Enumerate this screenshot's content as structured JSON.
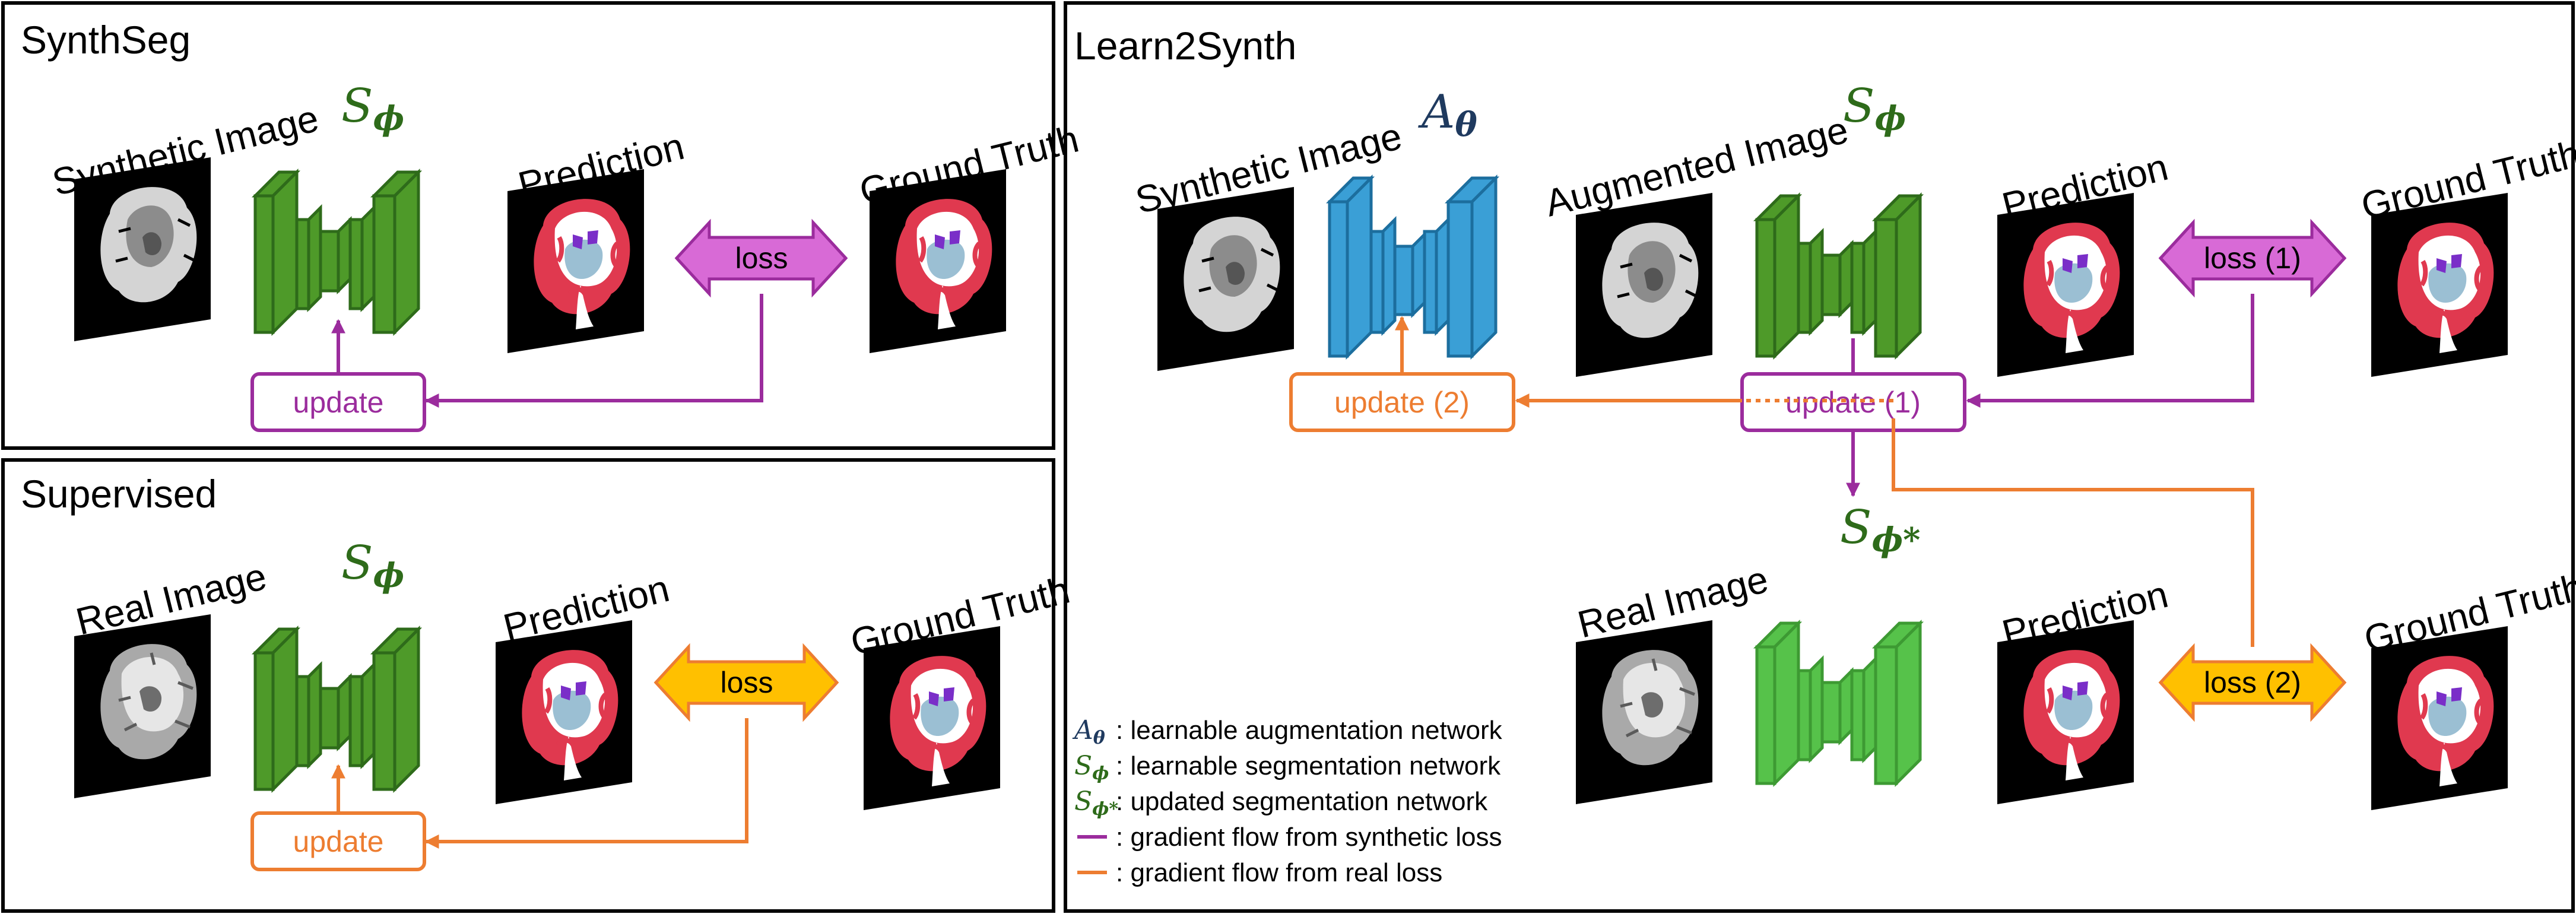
{
  "colors": {
    "synthetic_flow": "#9B2C9D",
    "real_flow": "#ED7D31",
    "segmentation_network": "#4E9A29",
    "updated_segmentation_network": "#56C24A",
    "augmentation_network": "#3A9FD6",
    "loss_synthetic": "#D86AD6",
    "loss_real": "#FFC000",
    "ground_truth_red": "#E0394F",
    "ground_truth_blue": "#9BBFD3",
    "ground_truth_purple": "#7A2EC8"
  },
  "panels": {
    "synthseg": {
      "title": "SynthSeg",
      "network_label": "S",
      "network_sub": "ϕ",
      "images": [
        "Synthetic Image",
        "Prediction",
        "Ground Truth"
      ],
      "loss_label": "loss",
      "update_label": "update"
    },
    "supervised": {
      "title": "Supervised",
      "network_label": "S",
      "network_sub": "ϕ",
      "images": [
        "Real Image",
        "Prediction",
        "Ground Truth"
      ],
      "loss_label": "loss",
      "update_label": "update"
    },
    "learn2synth": {
      "title": "Learn2Synth",
      "aug_label": "A",
      "aug_sub": "θ",
      "seg_label": "S",
      "seg_sub": "ϕ",
      "upd_seg_label": "S",
      "upd_seg_sub": "ϕ*",
      "top_images": [
        "Synthetic Image",
        "Augmented Image",
        "Prediction",
        "Ground Truth"
      ],
      "bottom_images": [
        "Real Image",
        "Prediction",
        "Ground Truth"
      ],
      "loss1_label": "loss (1)",
      "loss2_label": "loss (2)",
      "update1_label": "update (1)",
      "update2_label": "update (2)"
    }
  },
  "legend": [
    {
      "symbol": "A",
      "sub": "θ",
      "text": ": learnable augmentation network",
      "color": "#1F3A5F"
    },
    {
      "symbol": "S",
      "sub": "ϕ",
      "text": ": learnable segmentation network",
      "color": "#2E6B1A"
    },
    {
      "symbol": "S",
      "sub": "ϕ*",
      "text": ": updated segmentation network",
      "color": "#2E6B1A"
    },
    {
      "line_color": "#9B2C9D",
      "text": ": gradient flow from synthetic loss"
    },
    {
      "line_color": "#ED7D31",
      "text": ": gradient flow from real loss"
    }
  ]
}
